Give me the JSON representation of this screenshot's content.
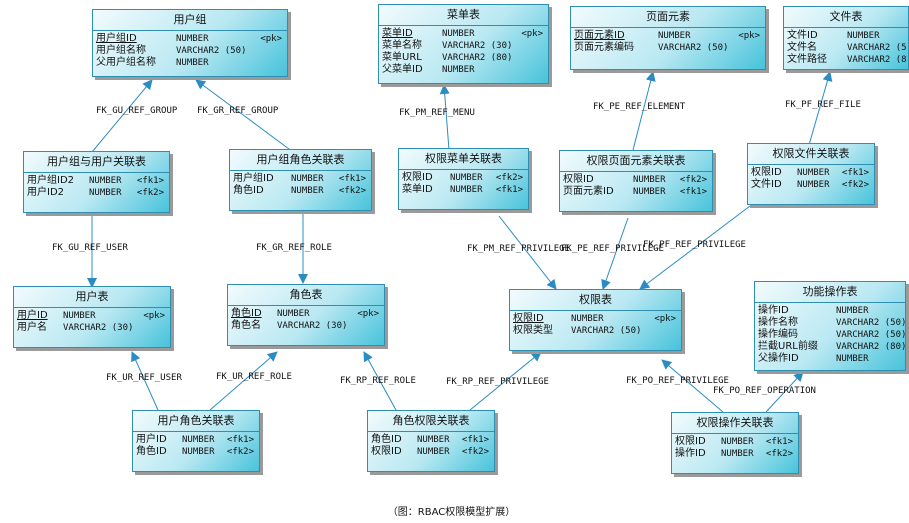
{
  "entities": {
    "user_group": {
      "title": "用户组",
      "rows": [
        {
          "name": "用户组ID",
          "type": "NUMBER",
          "key": "<pk>"
        },
        {
          "name": "用户组名称",
          "type": "VARCHAR2 (50)",
          "key": ""
        },
        {
          "name": "父用户组名称",
          "type": "NUMBER",
          "key": ""
        }
      ]
    },
    "menu": {
      "title": "菜单表",
      "rows": [
        {
          "name": "菜单ID",
          "type": "NUMBER",
          "key": "<pk>"
        },
        {
          "name": "菜单名称",
          "type": "VARCHAR2 (30)",
          "key": ""
        },
        {
          "name": "菜单URL",
          "type": "VARCHAR2 (80)",
          "key": ""
        },
        {
          "name": "父菜单ID",
          "type": "NUMBER",
          "key": ""
        }
      ]
    },
    "page_element": {
      "title": "页面元素",
      "rows": [
        {
          "name": "页面元素ID",
          "type": "NUMBER",
          "key": "<pk>"
        },
        {
          "name": "页面元素编码",
          "type": "VARCHAR2 (50)",
          "key": ""
        }
      ]
    },
    "file": {
      "title": "文件表",
      "rows": [
        {
          "name": "文件ID",
          "type": "NUMBER",
          "key": ""
        },
        {
          "name": "文件名",
          "type": "VARCHAR2 (5",
          "key": ""
        },
        {
          "name": "文件路径",
          "type": "VARCHAR2 (8",
          "key": ""
        }
      ]
    },
    "user_group_user": {
      "title": "用户组与用户关联表",
      "rows": [
        {
          "name": "用户组ID2",
          "type": "NUMBER",
          "key": "<fk1>"
        },
        {
          "name": "用户ID2",
          "type": "NUMBER",
          "key": "<fk2>"
        }
      ]
    },
    "user_group_role": {
      "title": "用户组角色关联表",
      "rows": [
        {
          "name": "用户组ID",
          "type": "NUMBER",
          "key": "<fk1>"
        },
        {
          "name": "角色ID",
          "type": "NUMBER",
          "key": "<fk2>"
        }
      ]
    },
    "privilege_menu": {
      "title": "权限菜单关联表",
      "rows": [
        {
          "name": "权限ID",
          "type": "NUMBER",
          "key": "<fk2>"
        },
        {
          "name": "菜单ID",
          "type": "NUMBER",
          "key": "<fk1>"
        }
      ]
    },
    "privilege_page": {
      "title": "权限页面元素关联表",
      "rows": [
        {
          "name": "权限ID",
          "type": "NUMBER",
          "key": "<fk2>"
        },
        {
          "name": "页面元素ID",
          "type": "NUMBER",
          "key": "<fk1>"
        }
      ]
    },
    "privilege_file": {
      "title": "权限文件关联表",
      "rows": [
        {
          "name": "权限ID",
          "type": "NUMBER",
          "key": "<fk1>"
        },
        {
          "name": "文件ID",
          "type": "NUMBER",
          "key": "<fk2>"
        }
      ]
    },
    "user": {
      "title": "用户表",
      "rows": [
        {
          "name": "用户ID",
          "type": "NUMBER",
          "key": "<pk>"
        },
        {
          "name": "用户名",
          "type": "VARCHAR2 (30)",
          "key": ""
        }
      ]
    },
    "role": {
      "title": "角色表",
      "rows": [
        {
          "name": "角色ID",
          "type": "NUMBER",
          "key": "<pk>"
        },
        {
          "name": "角色名",
          "type": "VARCHAR2 (30)",
          "key": ""
        }
      ]
    },
    "privilege": {
      "title": "权限表",
      "rows": [
        {
          "name": "权限ID",
          "type": "NUMBER",
          "key": "<pk>"
        },
        {
          "name": "权限类型",
          "type": "VARCHAR2 (50)",
          "key": ""
        }
      ]
    },
    "operation": {
      "title": "功能操作表",
      "rows": [
        {
          "name": "操作ID",
          "type": "NUMBER",
          "key": ""
        },
        {
          "name": "操作名称",
          "type": "VARCHAR2 (50)",
          "key": ""
        },
        {
          "name": "操作编码",
          "type": "VARCHAR2 (50)",
          "key": ""
        },
        {
          "name": "拦截URL前缀",
          "type": "VARCHAR2 (80)",
          "key": ""
        },
        {
          "name": "父操作ID",
          "type": "NUMBER",
          "key": ""
        }
      ]
    },
    "user_role": {
      "title": "用户角色关联表",
      "rows": [
        {
          "name": "用户ID",
          "type": "NUMBER",
          "key": "<fk1>"
        },
        {
          "name": "角色ID",
          "type": "NUMBER",
          "key": "<fk2>"
        }
      ]
    },
    "role_privilege": {
      "title": "角色权限关联表",
      "rows": [
        {
          "name": "角色ID",
          "type": "NUMBER",
          "key": "<fk1>"
        },
        {
          "name": "权限ID",
          "type": "NUMBER",
          "key": "<fk2>"
        }
      ]
    },
    "privilege_operation": {
      "title": "权限操作关联表",
      "rows": [
        {
          "name": "权限ID",
          "type": "NUMBER",
          "key": "<fk1>"
        },
        {
          "name": "操作ID",
          "type": "NUMBER",
          "key": "<fk2>"
        }
      ]
    }
  },
  "relations": {
    "fk_gu_ref_group": "FK_GU_REF_GROUP",
    "fk_gr_ref_group": "FK_GR_REF_GROUP",
    "fk_pm_ref_menu": "FK_PM_REF_MENU",
    "fk_pe_ref_element": "FK_PE_REF_ELEMENT",
    "fk_pf_ref_file": "FK_PF_REF_FILE",
    "fk_gu_ref_user": "FK_GU_REF_USER",
    "fk_gr_ref_role": "FK_GR_REF_ROLE",
    "fk_pm_ref_privilege": "FK_PM_REF_PRIVILEGE",
    "fk_pe_ref_privilege": "FK_PE_REF_PRIVILEGE",
    "fk_pf_ref_privilege": "FK_PF_REF_PRIVILEGE",
    "fk_ur_ref_user": "FK_UR_REF_USER",
    "fk_ur_ref_role": "FK_UR_REF_ROLE",
    "fk_rp_ref_role": "FK_RP_REF_ROLE",
    "fk_rp_ref_privilege": "FK_RP_REF_PRIVILEGE",
    "fk_po_ref_privilege": "FK_PO_REF_PRIVILEGE",
    "fk_po_ref_operation": "FK_PO_REF_OPERATION"
  },
  "caption": "（图：RBAC权限模型扩展）",
  "colors": {
    "entity_border": "#2f8fb0",
    "entity_fill_dark": "#47c3db",
    "connector": "#2b8cc4"
  }
}
